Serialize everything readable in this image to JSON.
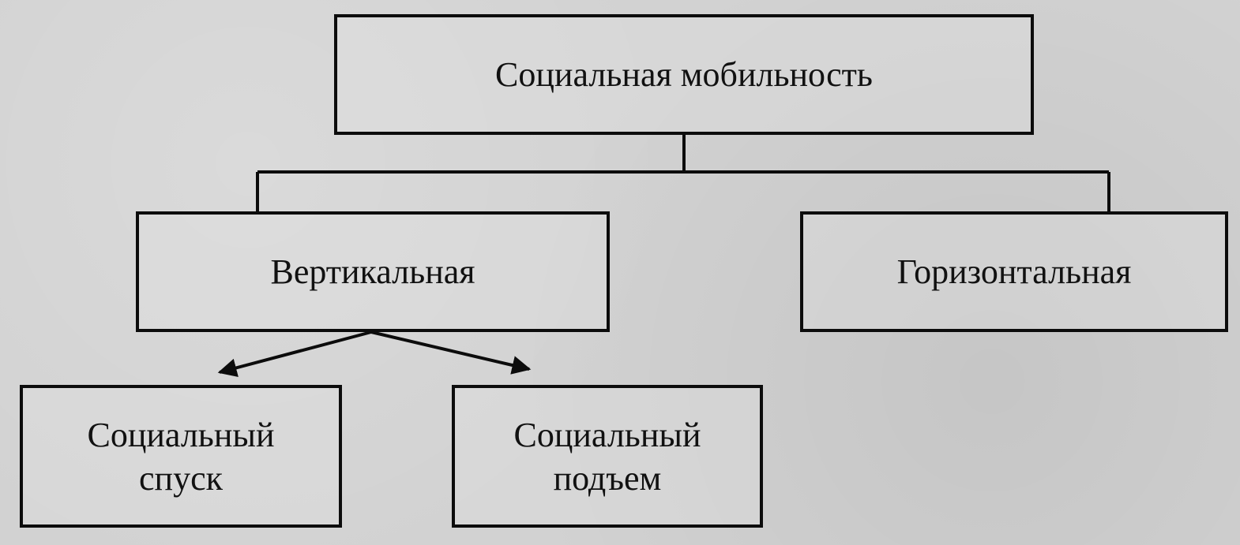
{
  "diagram": {
    "root": {
      "label": "Социальная мобильность"
    },
    "vertical": {
      "label": "Вертикальная"
    },
    "horizontal": {
      "label": "Горизонтальная"
    },
    "descent": {
      "line1": "Социальный",
      "line2": "спуск"
    },
    "ascent": {
      "line1": "Социальный",
      "line2": "подъем"
    }
  }
}
